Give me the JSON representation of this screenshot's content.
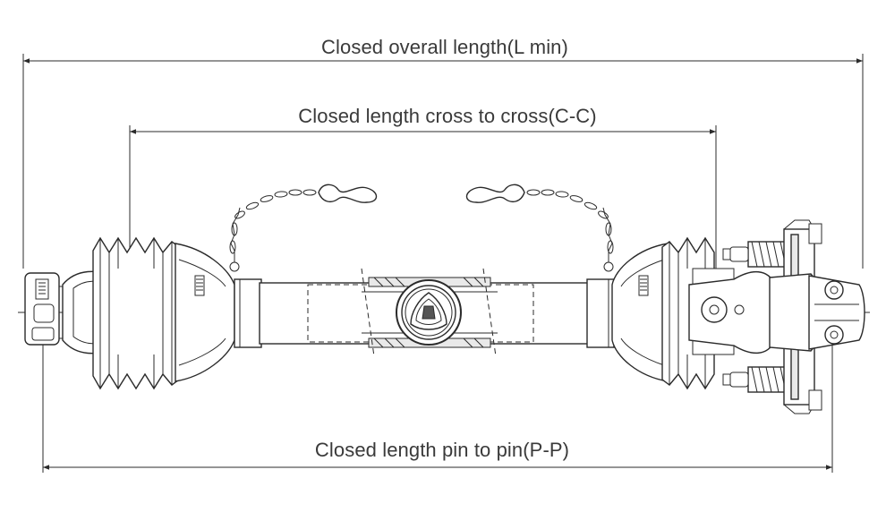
{
  "dimensions": {
    "overall": "Closed overall length(L min)",
    "cross_to_cross": "Closed length cross to cross(C-C)",
    "pin_to_pin": "Closed length pin to pin(P-P)"
  },
  "colors": {
    "line": "#2b2b2b",
    "label": "#3a3a3a",
    "background": "#ffffff"
  }
}
